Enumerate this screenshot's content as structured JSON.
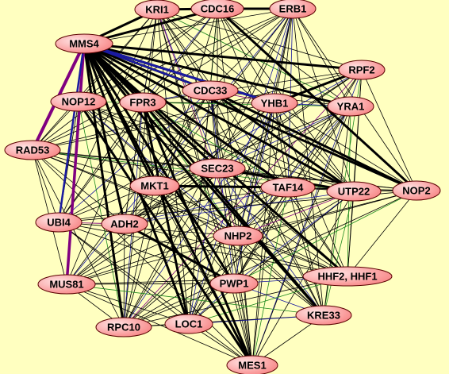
{
  "graph": {
    "background_color": "#ffffc0",
    "node_fill": "#f88a8a",
    "node_highlight": "#ffe3e3",
    "node_stroke": "#5a0000",
    "edge_colors": {
      "default": "#000000",
      "blue": "#1a1aa0",
      "green": "#1f8a1f",
      "purple": "#800080"
    },
    "nodes": [
      {
        "id": "KRI1",
        "label": "KRI1"
      },
      {
        "id": "CDC16",
        "label": "CDC16"
      },
      {
        "id": "ERB1",
        "label": "ERB1"
      },
      {
        "id": "MMS4",
        "label": "MMS4"
      },
      {
        "id": "RPF2",
        "label": "RPF2"
      },
      {
        "id": "CDC33",
        "label": "CDC33"
      },
      {
        "id": "NOP12",
        "label": "NOP12"
      },
      {
        "id": "FPR3",
        "label": "FPR3"
      },
      {
        "id": "YHB1",
        "label": "YHB1"
      },
      {
        "id": "YRA1",
        "label": "YRA1"
      },
      {
        "id": "RAD53",
        "label": "RAD53"
      },
      {
        "id": "SEC23",
        "label": "SEC23"
      },
      {
        "id": "MKT1",
        "label": "MKT1"
      },
      {
        "id": "TAF14",
        "label": "TAF14"
      },
      {
        "id": "UTP22",
        "label": "UTP22"
      },
      {
        "id": "NOP2",
        "label": "NOP2"
      },
      {
        "id": "UBI4",
        "label": "UBI4"
      },
      {
        "id": "ADH2",
        "label": "ADH2"
      },
      {
        "id": "NHP2",
        "label": "NHP2"
      },
      {
        "id": "MUS81",
        "label": "MUS81"
      },
      {
        "id": "PWP1",
        "label": "PWP1"
      },
      {
        "id": "HHF2",
        "label": "HHF2, HHF1"
      },
      {
        "id": "KRE33",
        "label": "KRE33"
      },
      {
        "id": "RPC10",
        "label": "RPC10"
      },
      {
        "id": "LOC1",
        "label": "LOC1"
      },
      {
        "id": "MES1",
        "label": "MES1"
      }
    ]
  }
}
